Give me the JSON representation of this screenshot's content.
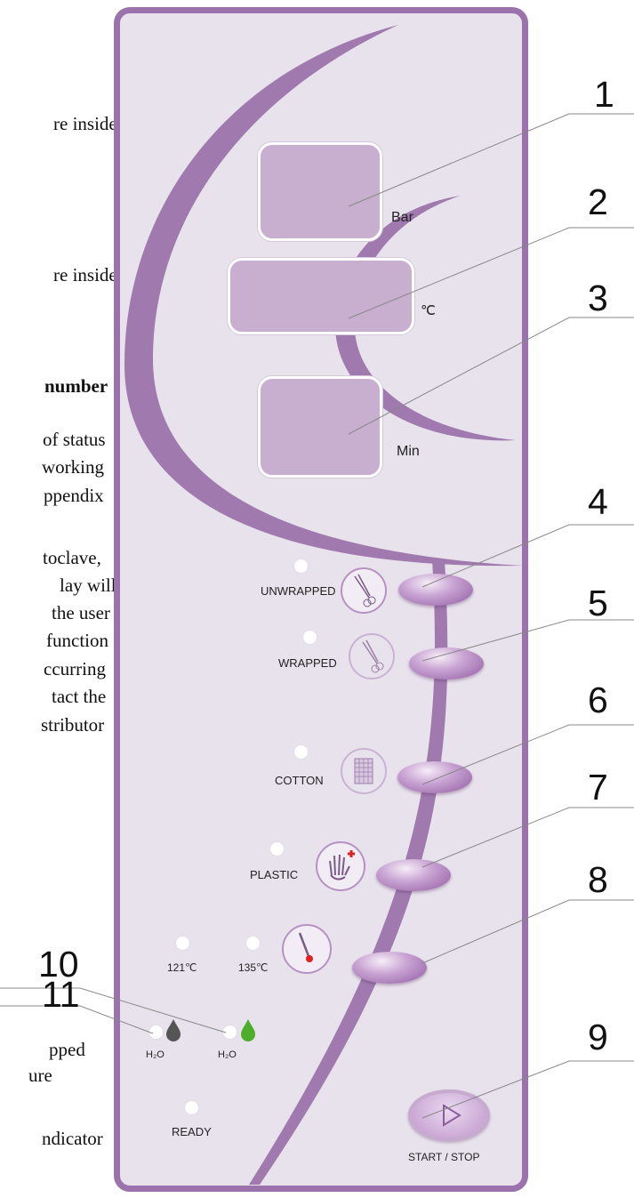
{
  "doc_text": {
    "line_1": "re inside",
    "line_2": "re inside",
    "line_3": "number",
    "line_4": "of status",
    "line_5": "working",
    "line_6": "ppendix",
    "line_7": "toclave,",
    "line_8": "lay will",
    "line_9": "the user",
    "line_10": "function",
    "line_11": "ccurring",
    "line_12": "tact the",
    "line_13": "stributor",
    "line_14": "pped",
    "line_15": "ure",
    "line_16": "ndicator"
  },
  "displays": {
    "pressure_unit": "Bar",
    "temperature_unit": "℃",
    "time_unit": "Min"
  },
  "programs": {
    "unwrapped": "UNWRAPPED",
    "wrapped": "WRAPPED",
    "cotton": "COTTON",
    "plastic": "PLASTIC",
    "temp_121": "121℃",
    "temp_135": "135℃"
  },
  "indicators": {
    "water_low": "H₂O",
    "water_ok": "H₂O",
    "ready": "READY"
  },
  "start_stop": "START / STOP",
  "callouts": [
    "1",
    "2",
    "3",
    "4",
    "5",
    "6",
    "7",
    "8",
    "9",
    "10",
    "11"
  ],
  "colors": {
    "panel_border": "#9b72ab",
    "panel_fill": "#e8e2ed",
    "display_fill": "#c8aecf",
    "arc": "#a07aae",
    "drop_grey": "#555555",
    "drop_green": "#4cae2a",
    "plastic_cross": "#e02020",
    "thermo_bulb": "#e02020"
  }
}
